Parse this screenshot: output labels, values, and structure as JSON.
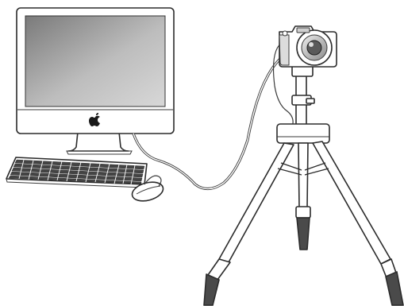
{
  "scene": {
    "objects": [
      "monitor",
      "keyboard",
      "mouse",
      "camera",
      "tripod",
      "usb-cable"
    ]
  },
  "colors": {
    "outline": "#2b2b2b",
    "body": "#ffffff",
    "screen_light": "#bdbdbd",
    "screen_dark": "#6f6f6f",
    "metal": "#c9c9c9",
    "dark_part": "#4a4a4a"
  }
}
